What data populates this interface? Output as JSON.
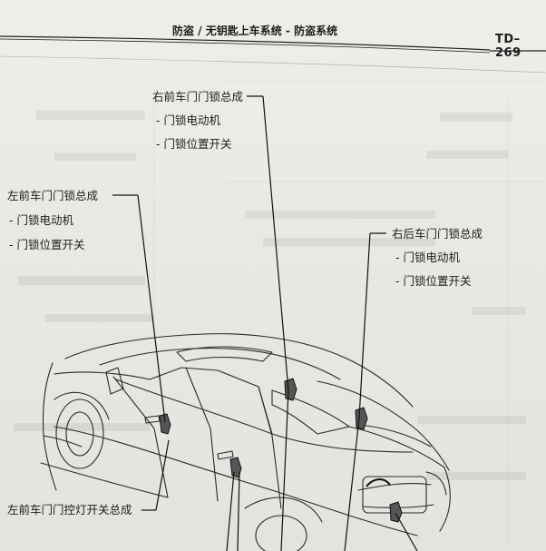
{
  "header": {
    "title": "防盗 / 无钥匙上车系统 - 防盗系统",
    "code": "TD–269"
  },
  "callouts": {
    "fr_door_lock": {
      "title": "右前车门门锁总成",
      "items": [
        "- 门锁电动机",
        "- 门锁位置开关"
      ]
    },
    "fl_door_lock": {
      "title": "左前车门门锁总成",
      "items": [
        "- 门锁电动机",
        "- 门锁位置开关"
      ]
    },
    "rr_door_lock": {
      "title": "右后车门门锁总成",
      "items": [
        "- 门锁电动机",
        "- 门锁位置开关"
      ]
    },
    "fl_courtesy_switch": {
      "title": "左前车门门控灯开关总成"
    }
  }
}
